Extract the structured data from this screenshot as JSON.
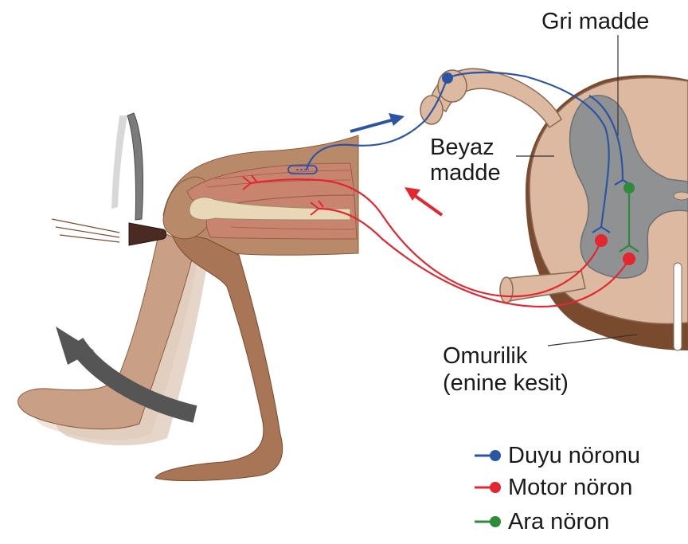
{
  "labels": {
    "gray_matter": "Gri madde",
    "white_matter_line1": "Beyaz",
    "white_matter_line2": "madde",
    "spinal_cord_line1": "Omurilik",
    "spinal_cord_line2": "(enine kesit)"
  },
  "legend": [
    {
      "label": "Duyu nöronu",
      "color": "#2b55a4"
    },
    {
      "label": "Motor nöron",
      "color": "#e3262f"
    },
    {
      "label": "Ara nöron",
      "color": "#2e8b3a"
    }
  ],
  "colors": {
    "sensory": "#2b55a4",
    "motor": "#e3262f",
    "interneuron": "#2e8b3a",
    "skin": "#b98a6a",
    "skin_dark": "#8a5a3c",
    "cord_tan": "#dcb9a0",
    "cord_gray": "#8f9193",
    "cord_brown": "#7a4a2e",
    "muscle": "#c98470",
    "arrow_gray": "#555555"
  }
}
